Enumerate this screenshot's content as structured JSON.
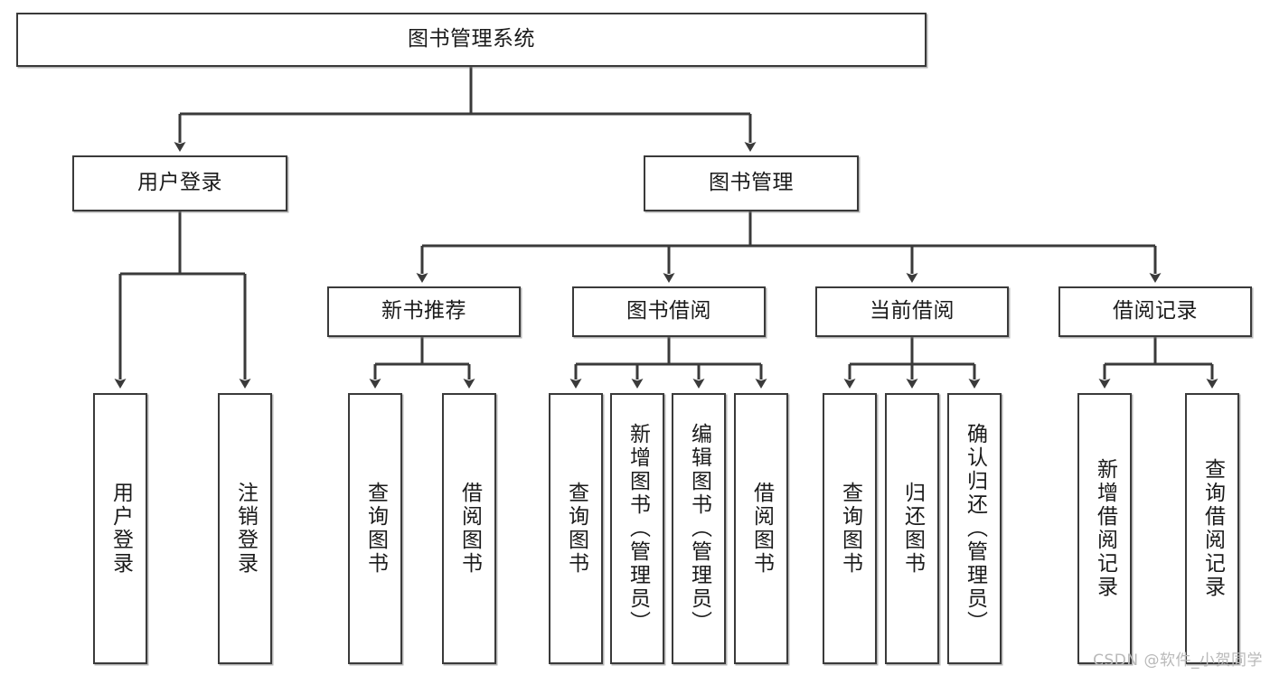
{
  "diagram": {
    "type": "tree-hierarchy-chart",
    "title": "图书管理系统",
    "line_color": "#3a3a3a",
    "box_fill": "#ffffff",
    "text_color": "#1b1b1b",
    "levels": [
      {
        "level": 1,
        "nodes": [
          {
            "id": "root",
            "label": "图书管理系统",
            "orientation": "horizontal"
          }
        ]
      },
      {
        "level": 2,
        "nodes": [
          {
            "id": "login",
            "label": "用户登录",
            "orientation": "horizontal",
            "parent": "root"
          },
          {
            "id": "bookmgmt",
            "label": "图书管理",
            "orientation": "horizontal",
            "parent": "root"
          }
        ]
      },
      {
        "level": 3,
        "nodes": [
          {
            "id": "newbook",
            "label": "新书推荐",
            "orientation": "horizontal",
            "parent": "bookmgmt"
          },
          {
            "id": "borrow",
            "label": "图书借阅",
            "orientation": "horizontal",
            "parent": "bookmgmt"
          },
          {
            "id": "current",
            "label": "当前借阅",
            "orientation": "horizontal",
            "parent": "bookmgmt"
          },
          {
            "id": "records",
            "label": "借阅记录",
            "orientation": "horizontal",
            "parent": "bookmgmt"
          }
        ]
      },
      {
        "level": 4,
        "nodes": [
          {
            "id": "leaf-user-login",
            "label": "用户登录",
            "orientation": "vertical",
            "parent": "login"
          },
          {
            "id": "leaf-logout",
            "label": "注销登录",
            "orientation": "vertical",
            "parent": "login"
          },
          {
            "id": "leaf-nb-query",
            "label": "查询图书",
            "orientation": "vertical",
            "parent": "newbook"
          },
          {
            "id": "leaf-nb-borrow",
            "label": "借阅图书",
            "orientation": "vertical",
            "parent": "newbook"
          },
          {
            "id": "leaf-bo-query",
            "label": "查询图书",
            "orientation": "vertical",
            "parent": "borrow"
          },
          {
            "id": "leaf-bo-add",
            "label": "新增图书（管理员）",
            "orientation": "vertical",
            "parent": "borrow"
          },
          {
            "id": "leaf-bo-edit",
            "label": "编辑图书（管理员）",
            "orientation": "vertical",
            "parent": "borrow"
          },
          {
            "id": "leaf-bo-borrow",
            "label": "借阅图书",
            "orientation": "vertical",
            "parent": "borrow"
          },
          {
            "id": "leaf-cu-query",
            "label": "查询图书",
            "orientation": "vertical",
            "parent": "current"
          },
          {
            "id": "leaf-cu-return",
            "label": "归还图书",
            "orientation": "vertical",
            "parent": "current"
          },
          {
            "id": "leaf-cu-confirm",
            "label": "确认归还（管理员）",
            "orientation": "vertical",
            "parent": "current"
          },
          {
            "id": "leaf-re-add",
            "label": "新增借阅记录",
            "orientation": "vertical",
            "parent": "records"
          },
          {
            "id": "leaf-re-query",
            "label": "查询借阅记录",
            "orientation": "vertical",
            "parent": "records"
          }
        ]
      }
    ],
    "watermark": "CSDN @软件_小贺同学"
  }
}
